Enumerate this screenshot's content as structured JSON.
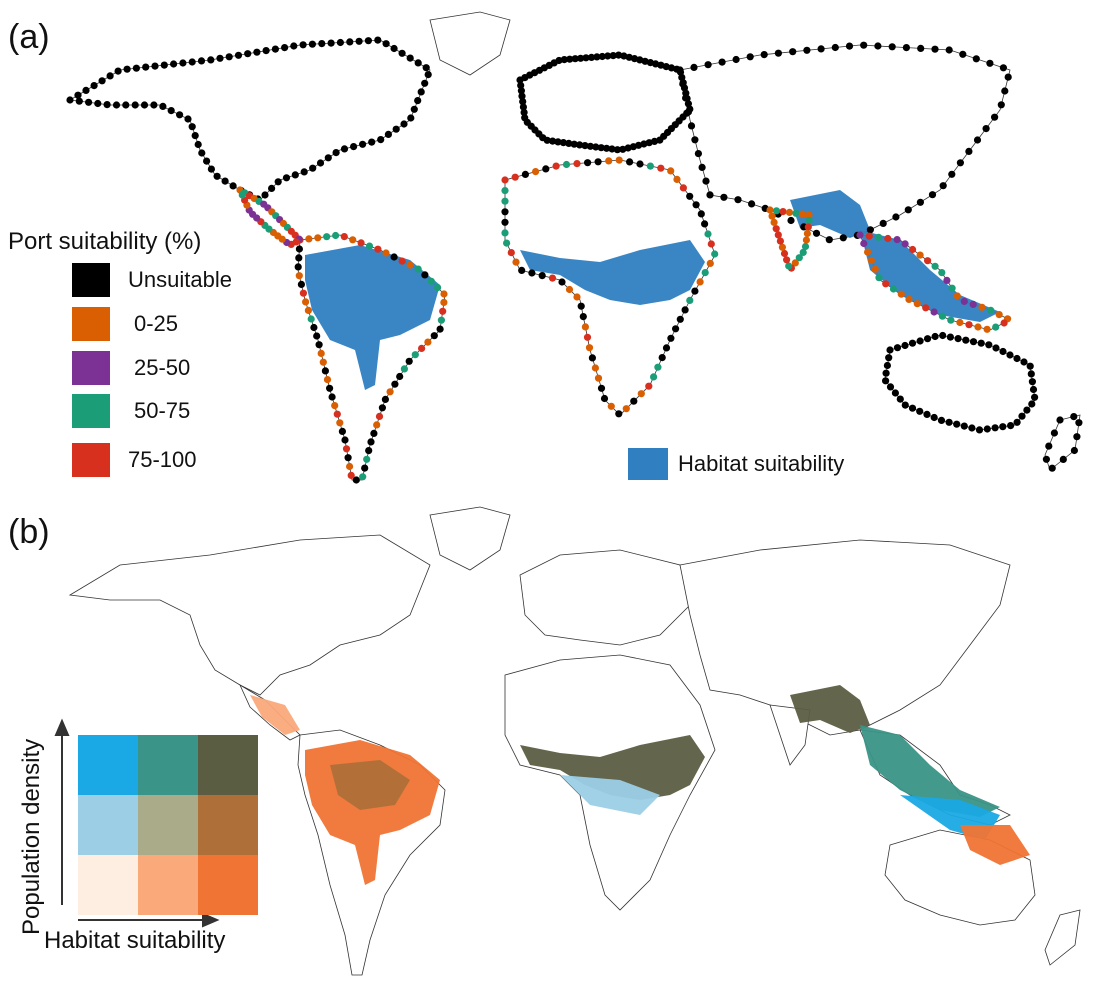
{
  "panel_a": {
    "label": "(a)",
    "legend_title": "Port suitability (%)",
    "legend": [
      {
        "label": "Unsuitable",
        "color": "#000000"
      },
      {
        "label": "0-25",
        "color": "#d95f02"
      },
      {
        "label": "25-50",
        "color": "#7b3294"
      },
      {
        "label": "50-75",
        "color": "#1b9e77"
      },
      {
        "label": "75-100",
        "color": "#d7301f"
      }
    ],
    "habitat_label": "Habitat suitability",
    "habitat_color": "#2f7fc1"
  },
  "panel_b": {
    "label": "(b)",
    "y_axis_label": "Population density",
    "x_axis_label": "Habitat suitability",
    "bivariate_colors": [
      [
        "#1aa9e4",
        "#3a9487",
        "#5b5d42"
      ],
      [
        "#9ccfe6",
        "#aaab89",
        "#ae7038"
      ],
      [
        "#fdeee1",
        "#f9a97a",
        "#f07434"
      ]
    ]
  }
}
